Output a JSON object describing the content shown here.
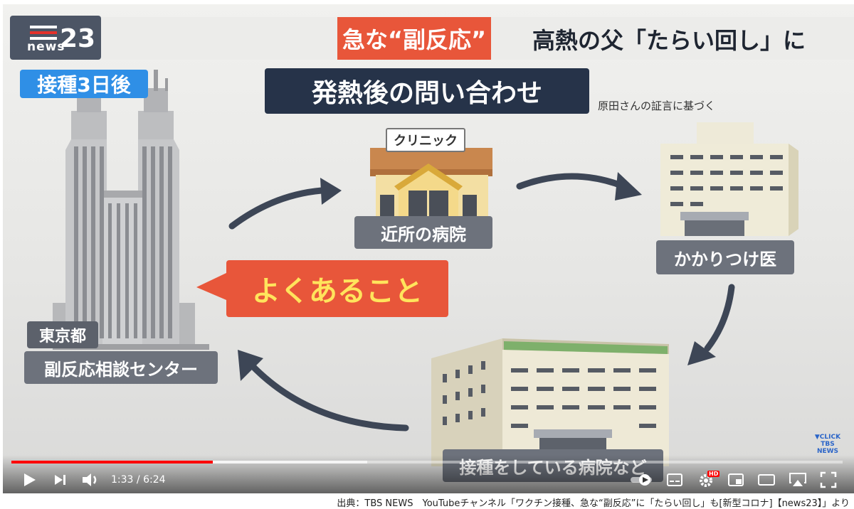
{
  "video": {
    "logo": {
      "brand": "news",
      "number": "23"
    },
    "headline_tag": "急な“副反応”",
    "headline_title": "高熱の父「たらい回し」に",
    "day_badge": "接種3日後",
    "section_title": "発熱後の問い合わせ",
    "testimony_note": "原田さんの証言に基づく",
    "clinic_sign": "クリニック",
    "label_nearby": "近所の病院",
    "label_family_doctor": "かかりつけ医",
    "label_vaccination_hospitals": "接種をしている病院など",
    "label_tokyo": "東京都",
    "label_center": "副反応相談センター",
    "bubble": "よくあること",
    "watermark_line1": "▼CLICK",
    "watermark_line2": "TBS NEWS"
  },
  "player": {
    "current_time": "1:33",
    "duration": "6:24",
    "time_separator": " / ",
    "progress_fraction": 0.2422,
    "hd_badge": "HD",
    "icons": [
      "play-icon",
      "next-icon",
      "volume-icon",
      "autoplay-toggle",
      "subtitles-icon",
      "settings-icon",
      "miniplayer-icon",
      "theater-icon",
      "airplay-icon",
      "fullscreen-icon"
    ]
  },
  "footer": {
    "source": "出典：TBS NEWS　YouTubeチャンネル「ワクチン接種、急な“副反応”に「たらい回し」も[新型コロナ]【news23】」より"
  },
  "colors": {
    "accent_red": "#e8563a",
    "navy": "#263349",
    "badge_blue": "#2f8fe6",
    "arrow_slate": "#3d4656",
    "bubble_yellow": "#ffe45c"
  }
}
